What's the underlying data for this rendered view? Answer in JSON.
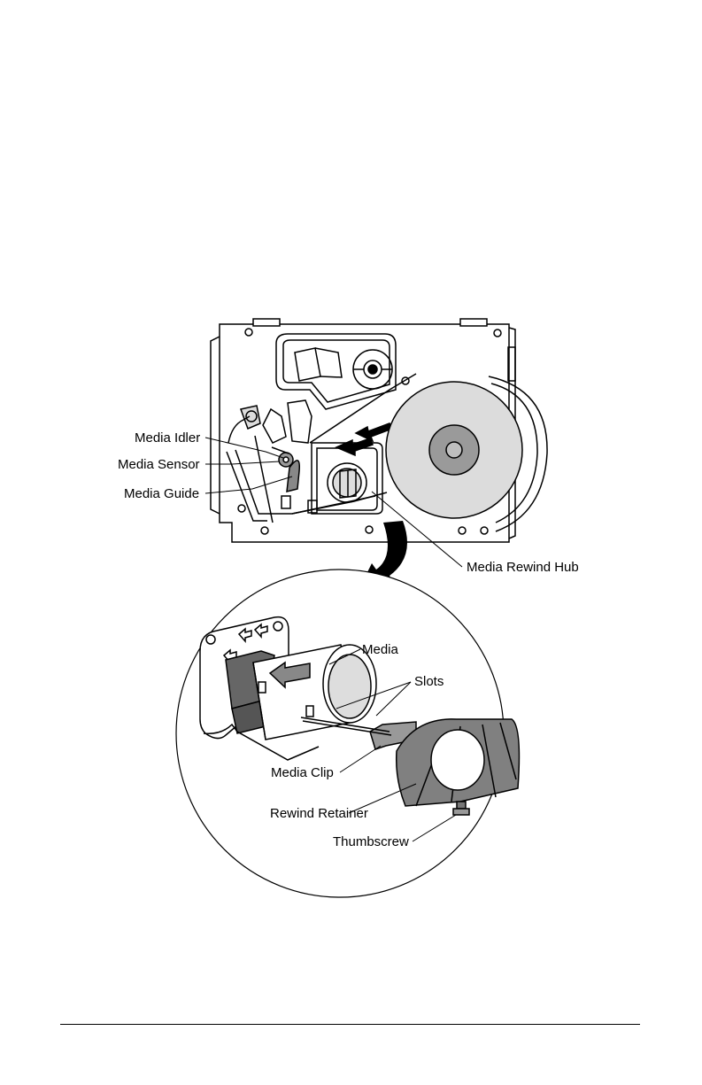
{
  "labels": {
    "media_idler": "Media Idler",
    "media_sensor": "Media Sensor",
    "media_guide": "Media Guide",
    "media_rewind_hub": "Media Rewind Hub",
    "media": "Media",
    "slots": "Slots",
    "media_clip": "Media Clip",
    "rewind_retainer": "Rewind Retainer",
    "thumbscrew": "Thumbscrew"
  },
  "colors": {
    "line": "#000000",
    "media_roll": "#dcdcdc",
    "hub_core": "#9a9a9a",
    "retainer": "#808080"
  }
}
